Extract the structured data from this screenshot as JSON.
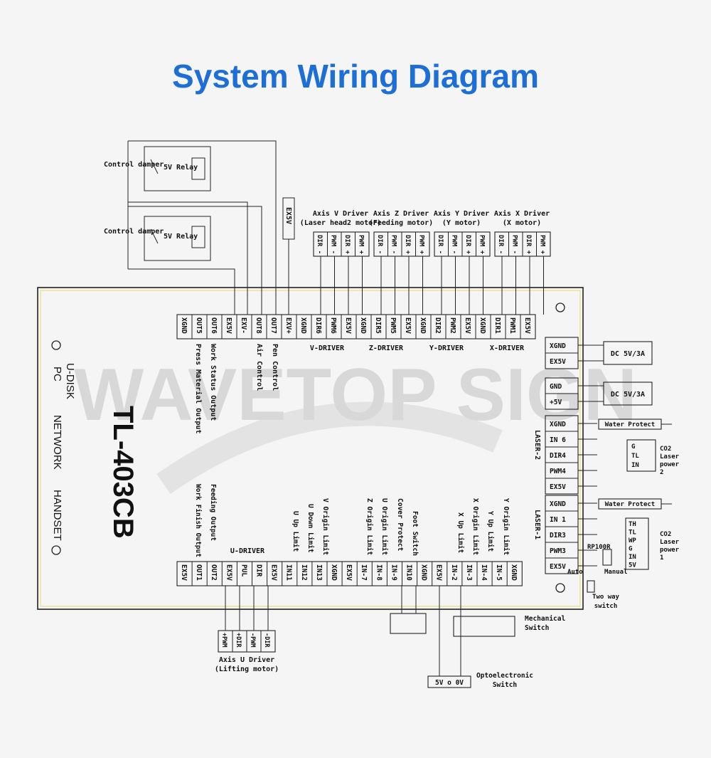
{
  "header": {
    "title": "System Wiring Diagram"
  },
  "watermark": "WAVETOP SIGN",
  "board": {
    "model": "TL-403CB",
    "side_labels": [
      "U-DISK",
      "PC",
      "NETWORK",
      "HANDSET"
    ]
  },
  "relays": [
    {
      "label": "Control damper",
      "relay": "5V Relay"
    },
    {
      "label": "Control damper",
      "relay": "5V Relay"
    }
  ],
  "ex5v_module": "EX5V",
  "top_connector": {
    "pins": [
      "XGND",
      "OUT5",
      "OUT6",
      "EX5V",
      "EXV-",
      "OUT8",
      "OUT7",
      "EXV+",
      "XGND",
      "DIR6",
      "PWM6",
      "EX5V",
      "XGND",
      "DIR5",
      "PWM5",
      "EX5V",
      "XGND",
      "DIR2",
      "PWM2",
      "EX5V",
      "XGND",
      "DIR1",
      "PWM1",
      "EX5V"
    ],
    "group_labels": [
      "V-DRIVER",
      "Z-DRIVER",
      "Y-DRIVER",
      "X-DRIVER"
    ],
    "io_labels": [
      "Press Material Output",
      "Work Status Output",
      "Air Control",
      "Pen Control"
    ]
  },
  "axis_drivers": [
    {
      "title": "Axis V Driver",
      "sub": "(Laser head2 motor)"
    },
    {
      "title": "Axis Z Driver",
      "sub": "(Feeding motor)"
    },
    {
      "title": "Axis Y Driver",
      "sub": "(Y motor)"
    },
    {
      "title": "Axis X Driver",
      "sub": "(X motor)"
    }
  ],
  "driver_pins": [
    "DIR -",
    "PWM -",
    "DIR +",
    "PWM +"
  ],
  "power": [
    {
      "pins": [
        "XGND",
        "EX5V"
      ],
      "supply": "DC 5V/3A"
    },
    {
      "pins": [
        "GND",
        "+5V"
      ],
      "supply": "DC 5V/3A"
    }
  ],
  "laser2": {
    "name": "LASER-2",
    "pins": [
      "XGND",
      "IN 6",
      "DIR4",
      "PWM4",
      "EX5V"
    ],
    "water": "Water Protect",
    "psu_pins": [
      "G",
      "TL",
      "IN"
    ],
    "psu_label": [
      "CO2",
      "Laser",
      "power",
      "2"
    ]
  },
  "laser1": {
    "name": "LASER-1",
    "pins": [
      "XGND",
      "IN 1",
      "DIR3",
      "PWM3",
      "EX5V"
    ],
    "water": "Water Protect",
    "psu_pins": [
      "TH",
      "TL",
      "WP",
      "G",
      "IN",
      "5V"
    ],
    "psu_label": [
      "CO2",
      "Laser",
      "power",
      "1"
    ],
    "pot": "RP100R",
    "manual": "Manual",
    "auto": "Auto",
    "switch": [
      "Two way",
      "switch"
    ]
  },
  "bottom_connector": {
    "pins": [
      "EX5V",
      "OUT1",
      "OUT2",
      "EX5V",
      "PUL",
      "DIR",
      "EX5V",
      "IN11",
      "IN12",
      "IN13",
      "XGND",
      "EX5V",
      "IN-7",
      "IN-8",
      "IN-9",
      "IN10",
      "XGND",
      "EX5V",
      "IN-2",
      "IN-3",
      "IN-4",
      "IN-5",
      "XGND"
    ],
    "u_driver": "U-DRIVER",
    "inputs": [
      "Work Finish Output",
      "Feeding Output",
      "U Up Limit",
      "U Down Limit",
      "V Origin Limit",
      "Z Origin Limit",
      "U Origin Limit",
      "Cover Protect",
      "Foot Switch",
      "X Up Limit",
      "X Origin Limit",
      "Y Up Limit",
      "Y Origin Limit"
    ]
  },
  "axis_u": {
    "pins": [
      "+PWM",
      "+DIR",
      "-PWM",
      "-DIR"
    ],
    "title": "Axis U Driver",
    "sub": "(Lifting motor)"
  },
  "mechanical_switch": [
    "Mechanical",
    "Switch"
  ],
  "opto": {
    "box": "5V o 0V",
    "label": [
      "Optoelectronic",
      "Switch"
    ]
  }
}
